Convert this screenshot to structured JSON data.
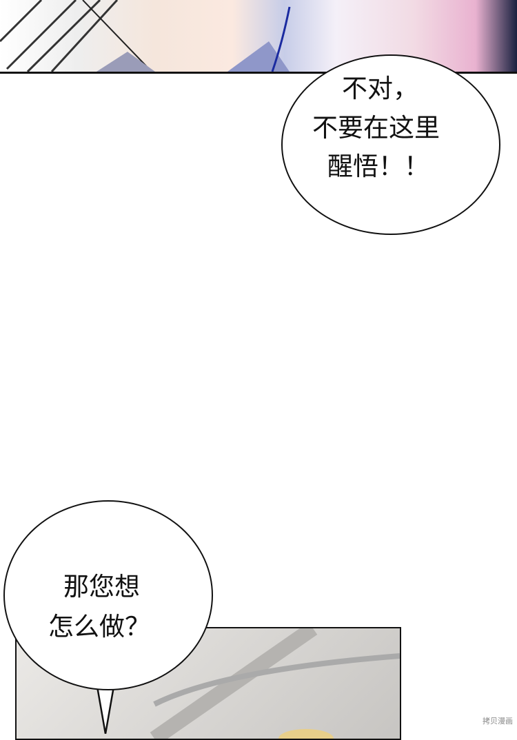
{
  "bubbles": [
    {
      "lines": [
        "不对，",
        "不要在这里",
        "醒悟！！"
      ]
    },
    {
      "lines": [
        "那您想",
        "怎么做？"
      ]
    }
  ],
  "watermark": "拷贝漫画",
  "colors": {
    "ink": "#111111",
    "panel_gray": "#d9d7d4"
  }
}
